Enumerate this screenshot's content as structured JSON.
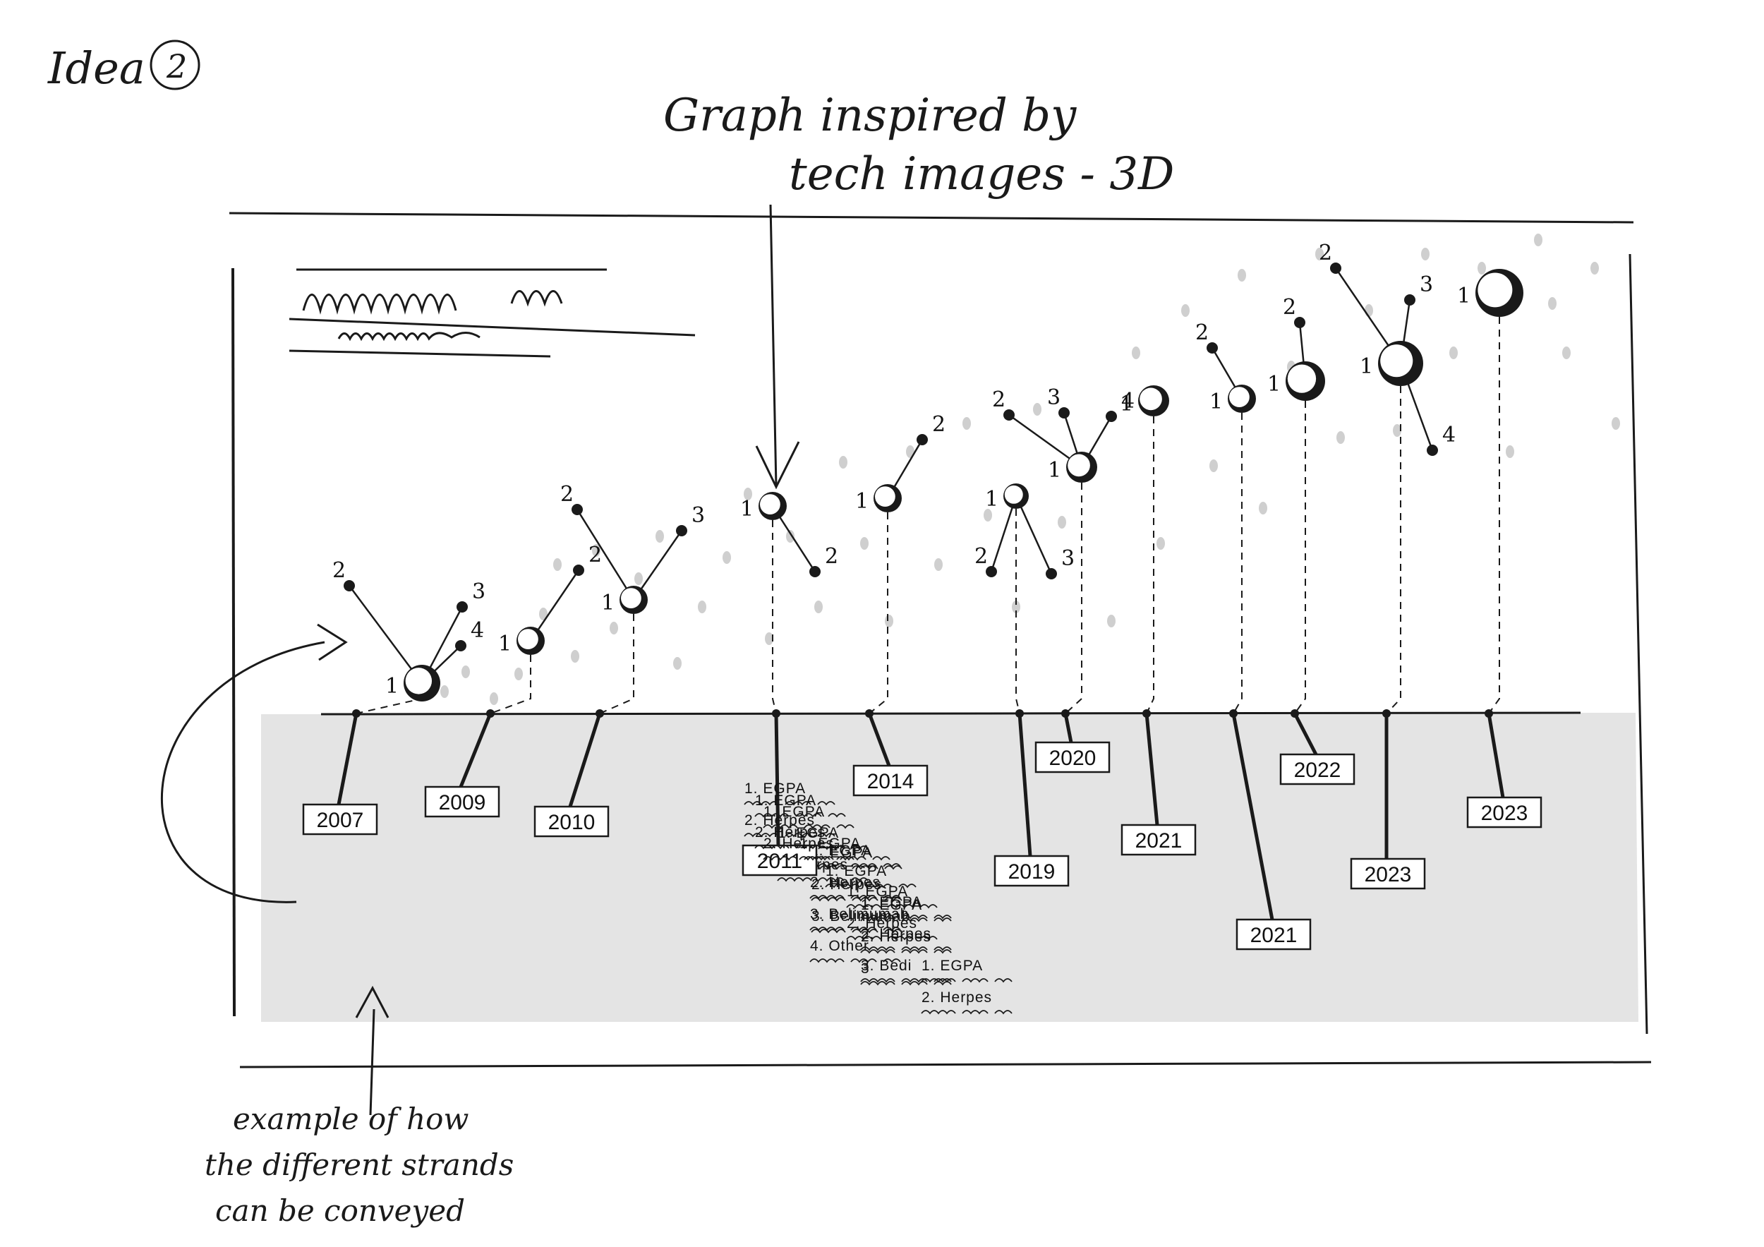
{
  "title": "Idea",
  "title_number": "2",
  "heading_line1": "Graph inspired by",
  "heading_line2": "tech images - 3D",
  "annotation_lines": [
    "example of how",
    "the different strands",
    "can be conveyed"
  ],
  "timeline": [
    {
      "year": "2007",
      "items": [
        "1. EGPA",
        "2. Herpes",
        "3. Belimumab",
        "4. Other"
      ],
      "node_labels": [
        "1",
        "2",
        "3",
        "4"
      ]
    },
    {
      "year": "2009",
      "items": [
        "1. EGPA",
        "2. Herpes"
      ],
      "node_labels": [
        "1",
        "2"
      ]
    },
    {
      "year": "2010",
      "items": [
        "1. EGPA",
        "2. Herpes",
        "3. Belimumab"
      ],
      "node_labels": [
        "1",
        "2",
        "3"
      ]
    },
    {
      "year": "2011",
      "items": [
        "1. EGPA",
        "2. Herpes"
      ],
      "node_labels": [
        "1",
        "2"
      ]
    },
    {
      "year": "2014",
      "items": [
        "1. EGPA",
        "2. Herpes"
      ],
      "node_labels": [
        "1",
        "2"
      ]
    },
    {
      "year": "2019",
      "items": [
        "1. EGPA",
        "2. Herpes",
        "3. Bedi"
      ],
      "node_labels": [
        "1",
        "2",
        "3"
      ]
    },
    {
      "year": "2020",
      "items": [
        "1. EGPA",
        "2. Herpes"
      ],
      "node_labels": [
        "1",
        "2",
        "3",
        "4"
      ]
    },
    {
      "year": "2021",
      "items": [
        "1. EGPA"
      ],
      "node_labels": [
        "1"
      ]
    },
    {
      "year": "2021",
      "items": [
        "1. EGPA",
        "2. Herpes"
      ],
      "node_labels": [
        "1",
        "2"
      ]
    },
    {
      "year": "2022",
      "items": [
        "1. EGPA",
        "2. Herpes"
      ],
      "node_labels": [
        "1",
        "2"
      ]
    },
    {
      "year": "2023",
      "items": [
        "1. EGPA",
        "2. Herpes",
        "3"
      ],
      "node_labels": [
        "1",
        "2",
        "3",
        "4"
      ]
    },
    {
      "year": "2023",
      "items": [
        "1. EGPA"
      ],
      "node_labels": [
        "1"
      ]
    }
  ],
  "colors": {
    "ink": "#1a1a1a",
    "shade": "#e4e4e4",
    "dots": "#cfcfcf"
  }
}
